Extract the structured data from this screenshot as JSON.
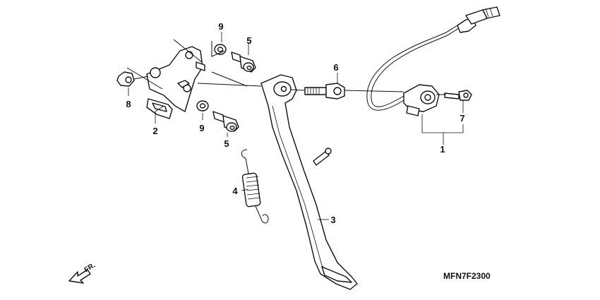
{
  "diagram": {
    "code": "MFN7F2300",
    "direction_label": "FR.",
    "callouts": {
      "c1": "1",
      "c2": "2",
      "c3": "3",
      "c4": "4",
      "c5a": "5",
      "c5b": "5",
      "c6": "6",
      "c7": "7",
      "c8": "8",
      "c9a": "9",
      "c9b": "9"
    }
  }
}
